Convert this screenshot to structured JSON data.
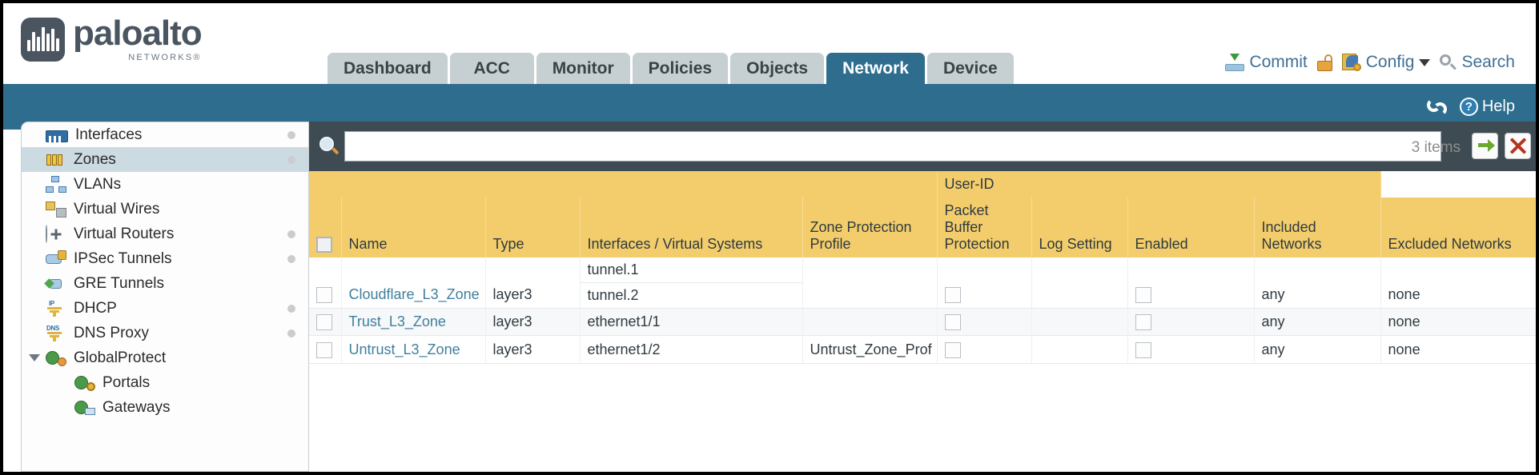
{
  "brand": {
    "name": "paloalto",
    "tagline": "NETWORKS®"
  },
  "header": {
    "tabs": [
      {
        "label": "Dashboard",
        "active": false
      },
      {
        "label": "ACC",
        "active": false
      },
      {
        "label": "Monitor",
        "active": false
      },
      {
        "label": "Policies",
        "active": false
      },
      {
        "label": "Objects",
        "active": false
      },
      {
        "label": "Network",
        "active": true
      },
      {
        "label": "Device",
        "active": false
      }
    ],
    "actions": {
      "commit": "Commit",
      "config": "Config",
      "search": "Search"
    }
  },
  "subband": {
    "help": "Help"
  },
  "sidebar": {
    "items": [
      {
        "label": "Interfaces",
        "icon": "interfaces-icon",
        "selected": false,
        "dot": true,
        "child": false,
        "expander": false
      },
      {
        "label": "Zones",
        "icon": "zones-icon",
        "selected": true,
        "dot": true,
        "child": false,
        "expander": false
      },
      {
        "label": "VLANs",
        "icon": "vlans-icon",
        "selected": false,
        "dot": false,
        "child": false,
        "expander": false
      },
      {
        "label": "Virtual Wires",
        "icon": "virtual-wires-icon",
        "selected": false,
        "dot": false,
        "child": false,
        "expander": false
      },
      {
        "label": "Virtual Routers",
        "icon": "virtual-routers-icon",
        "selected": false,
        "dot": true,
        "child": false,
        "expander": false
      },
      {
        "label": "IPSec Tunnels",
        "icon": "ipsec-tunnels-icon",
        "selected": false,
        "dot": true,
        "child": false,
        "expander": false
      },
      {
        "label": "GRE Tunnels",
        "icon": "gre-tunnels-icon",
        "selected": false,
        "dot": false,
        "child": false,
        "expander": false
      },
      {
        "label": "DHCP",
        "icon": "dhcp-icon",
        "selected": false,
        "dot": true,
        "child": false,
        "expander": false
      },
      {
        "label": "DNS Proxy",
        "icon": "dns-proxy-icon",
        "selected": false,
        "dot": true,
        "child": false,
        "expander": false
      },
      {
        "label": "GlobalProtect",
        "icon": "globalprotect-icon",
        "selected": false,
        "dot": false,
        "child": false,
        "expander": true
      },
      {
        "label": "Portals",
        "icon": "portals-icon",
        "selected": false,
        "dot": false,
        "child": true,
        "expander": false
      },
      {
        "label": "Gateways",
        "icon": "gateways-icon",
        "selected": false,
        "dot": false,
        "child": true,
        "expander": false
      }
    ]
  },
  "search": {
    "value": "",
    "placeholder": "",
    "items_count": "3 items"
  },
  "table": {
    "group_header": "User-ID",
    "columns": [
      "Name",
      "Type",
      "Interfaces / Virtual Systems",
      "Zone Protection Profile",
      "Packet Buffer Protection",
      "Log Setting",
      "Enabled",
      "Included Networks",
      "Excluded Networks"
    ],
    "rows": [
      {
        "name": "Cloudflare_L3_Zone",
        "type": "layer3",
        "interfaces": [
          "tunnel.1",
          "tunnel.2"
        ],
        "zone_protection_profile": "",
        "packet_buffer_protection": false,
        "log_setting": "",
        "userid_enabled": false,
        "included_networks": "any",
        "excluded_networks": "none"
      },
      {
        "name": "Trust_L3_Zone",
        "type": "layer3",
        "interfaces": [
          "ethernet1/1"
        ],
        "zone_protection_profile": "",
        "packet_buffer_protection": false,
        "log_setting": "",
        "userid_enabled": false,
        "included_networks": "any",
        "excluded_networks": "none"
      },
      {
        "name": "Untrust_L3_Zone",
        "type": "layer3",
        "interfaces": [
          "ethernet1/2"
        ],
        "zone_protection_profile": "Untrust_Zone_Prof",
        "packet_buffer_protection": false,
        "log_setting": "",
        "userid_enabled": false,
        "included_networks": "any",
        "excluded_networks": "none"
      }
    ]
  },
  "colors": {
    "brand_dark": "#4a5560",
    "tab_active": "#2e6d8e",
    "tab_inactive": "#c6cfd1",
    "band": "#2e6d8e",
    "header_amber": "#f3cd6b",
    "group_amber": "#dfae38",
    "link": "#3f7f9e"
  }
}
